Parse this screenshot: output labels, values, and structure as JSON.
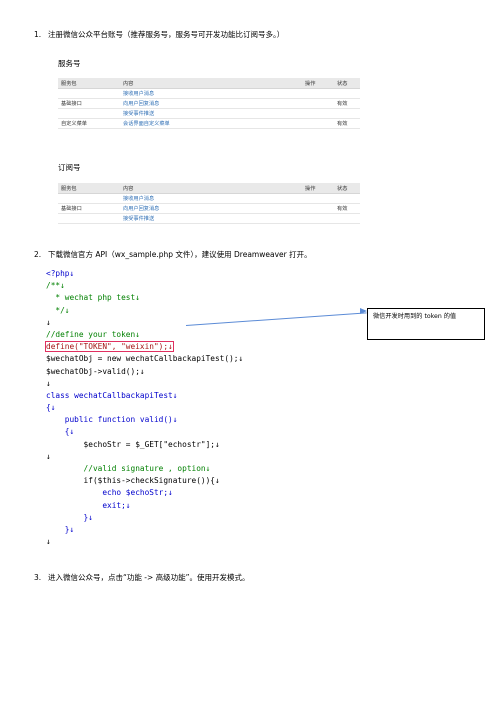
{
  "step1": {
    "num": "1.",
    "text": "注册微信公众平台账号（推荐服务号，服务号可开发功能比订阅号多。）"
  },
  "service_label": "服务号",
  "table1": {
    "headers": [
      "服务包",
      "内容",
      "操作",
      "状态"
    ],
    "rows": [
      {
        "group": "",
        "content": "接收用户消息",
        "op": "",
        "status": ""
      },
      {
        "group": "基础接口",
        "content": "向用户回复消息",
        "op": "",
        "status": "有效"
      },
      {
        "group": "",
        "content": "接受事件推送",
        "op": "",
        "status": ""
      },
      {
        "group": "自定义菜单",
        "content": "会话界面自定义菜单",
        "op": "",
        "status": "有效"
      }
    ]
  },
  "subscribe_label": "订阅号",
  "table2": {
    "headers": [
      "服务包",
      "内容",
      "操作",
      "状态"
    ],
    "rows": [
      {
        "group": "",
        "content": "接收用户消息",
        "op": "",
        "status": ""
      },
      {
        "group": "基础接口",
        "content": "向用户回复消息",
        "op": "",
        "status": "有效"
      },
      {
        "group": "",
        "content": "接受事件推送",
        "op": "",
        "status": ""
      }
    ]
  },
  "step2": {
    "num": "2.",
    "text": "下载微信官方 API（wx_sample.php 文件），建议使用 Dreamweaver 打开。"
  },
  "code": {
    "l1": "<?php↓",
    "l2": "/**↓",
    "l3": "  * wechat php test↓",
    "l4": "  */↓",
    "l5": "↓",
    "l6": "//define your token↓",
    "l7": "define(\"TOKEN\", \"weixin\");↓",
    "l8": "$wechatObj = new wechatCallbackapiTest();↓",
    "l9": "$wechatObj->valid();↓",
    "l10": "↓",
    "l11": "class wechatCallbackapiTest↓",
    "l12": "{↓",
    "l13": "    public function valid()↓",
    "l14": "    {↓",
    "l15": "        $echoStr = $_GET[\"echostr\"];↓",
    "l16": "↓",
    "l17": "        //valid signature , option↓",
    "l18": "        if($this->checkSignature()){↓",
    "l19": "            echo $echoStr;↓",
    "l20": "            exit;↓",
    "l21": "        }↓",
    "l22": "    }↓",
    "l23": "↓"
  },
  "note": "微信开发时用到的 token 的值",
  "step3": {
    "num": "3.",
    "text": "进入微信公众号，点击“功能 -> 高级功能”。使用开发模式。"
  },
  "colors": {
    "link": "#2f6fb5",
    "highlight": "#e03060",
    "arrow": "#5b8bd6"
  }
}
